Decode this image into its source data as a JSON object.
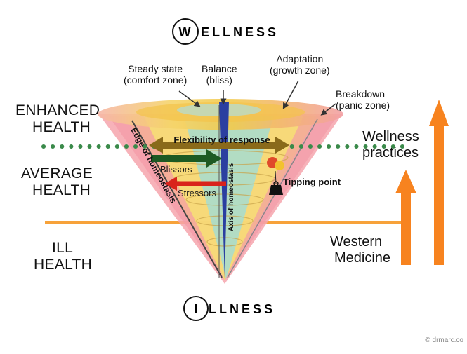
{
  "title": {
    "top": "WELLNESS",
    "top_letter": "W",
    "top_rest": "ELLNESS",
    "bottom": "ILLNESS",
    "bottom_letter": "I",
    "bottom_rest": "LLNESS"
  },
  "zones": {
    "enhanced": [
      "ENHANCED",
      "HEALTH"
    ],
    "average": [
      "AVERAGE",
      "HEALTH"
    ],
    "ill": [
      "ILL",
      "HEALTH"
    ]
  },
  "top_labels": {
    "steady_state": [
      "Steady state",
      "(comfort zone)"
    ],
    "balance": [
      "Balance",
      "(bliss)"
    ],
    "adaptation": [
      "Adaptation",
      "(growth zone)"
    ],
    "breakdown": [
      "Breakdown",
      "(panic zone)"
    ]
  },
  "inner_labels": {
    "flexibility": "Flexibility of response",
    "blissors": "Blissors",
    "stressors": "Stressors",
    "tipping_point": "Tipping point",
    "edge": "Edge of homeostasis",
    "axis": "Axis of homeostasis"
  },
  "right_labels": {
    "wellness_practices": [
      "Wellness",
      "practices"
    ],
    "western_medicine": [
      "Western",
      "Medicine"
    ]
  },
  "credit": "© drmarc.co",
  "colors": {
    "cone_outer": "#f5a0a8",
    "cone_yellow": "#f7e27a",
    "cone_teal": "#a9dccb",
    "axis_blue": "#2b3fa0",
    "orange": "#f7831f",
    "dotted_green": "#3a8a4a",
    "flex_brown": "#8a6a1a",
    "blissors_green": "#1d5a23",
    "stressors_red": "#d9231b"
  }
}
